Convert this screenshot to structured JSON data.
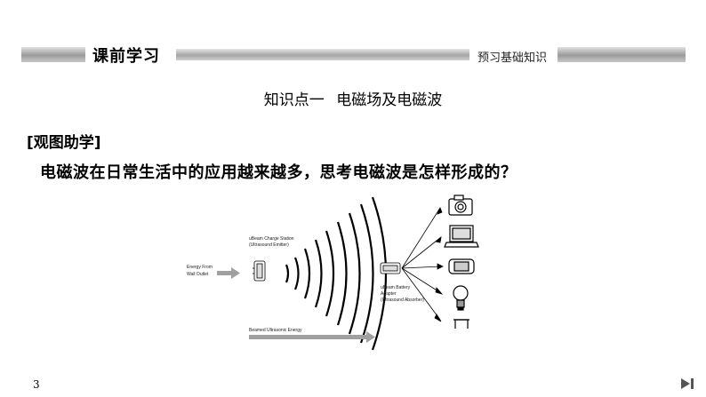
{
  "header": {
    "title": "课前学习",
    "subtitle": "预习基础知识"
  },
  "section": {
    "heading": "知识点一   电磁场及电磁波"
  },
  "content": {
    "tag": "[观图助学]",
    "question": "电磁波在日常生活中的应用越来越多，思考电磁波是怎样形成的？"
  },
  "diagram": {
    "energy_from_line1": "Energy From",
    "energy_from_line2": "Wall Outlet",
    "station_line1": "uBeam Charge Station",
    "station_line2": "(Ultrasound Emitter)",
    "adapter_line1": "uBeam Battery",
    "adapter_line2": "Adapter",
    "adapter_line3": "(Ultrasound Absorber)",
    "beamed_label": "Beamed Ultrasonic Energy",
    "devices": [
      "camera-icon",
      "laptop-icon",
      "phone-icon",
      "lightbulb-icon",
      "device-icon"
    ]
  },
  "footer": {
    "page_number": "3"
  }
}
